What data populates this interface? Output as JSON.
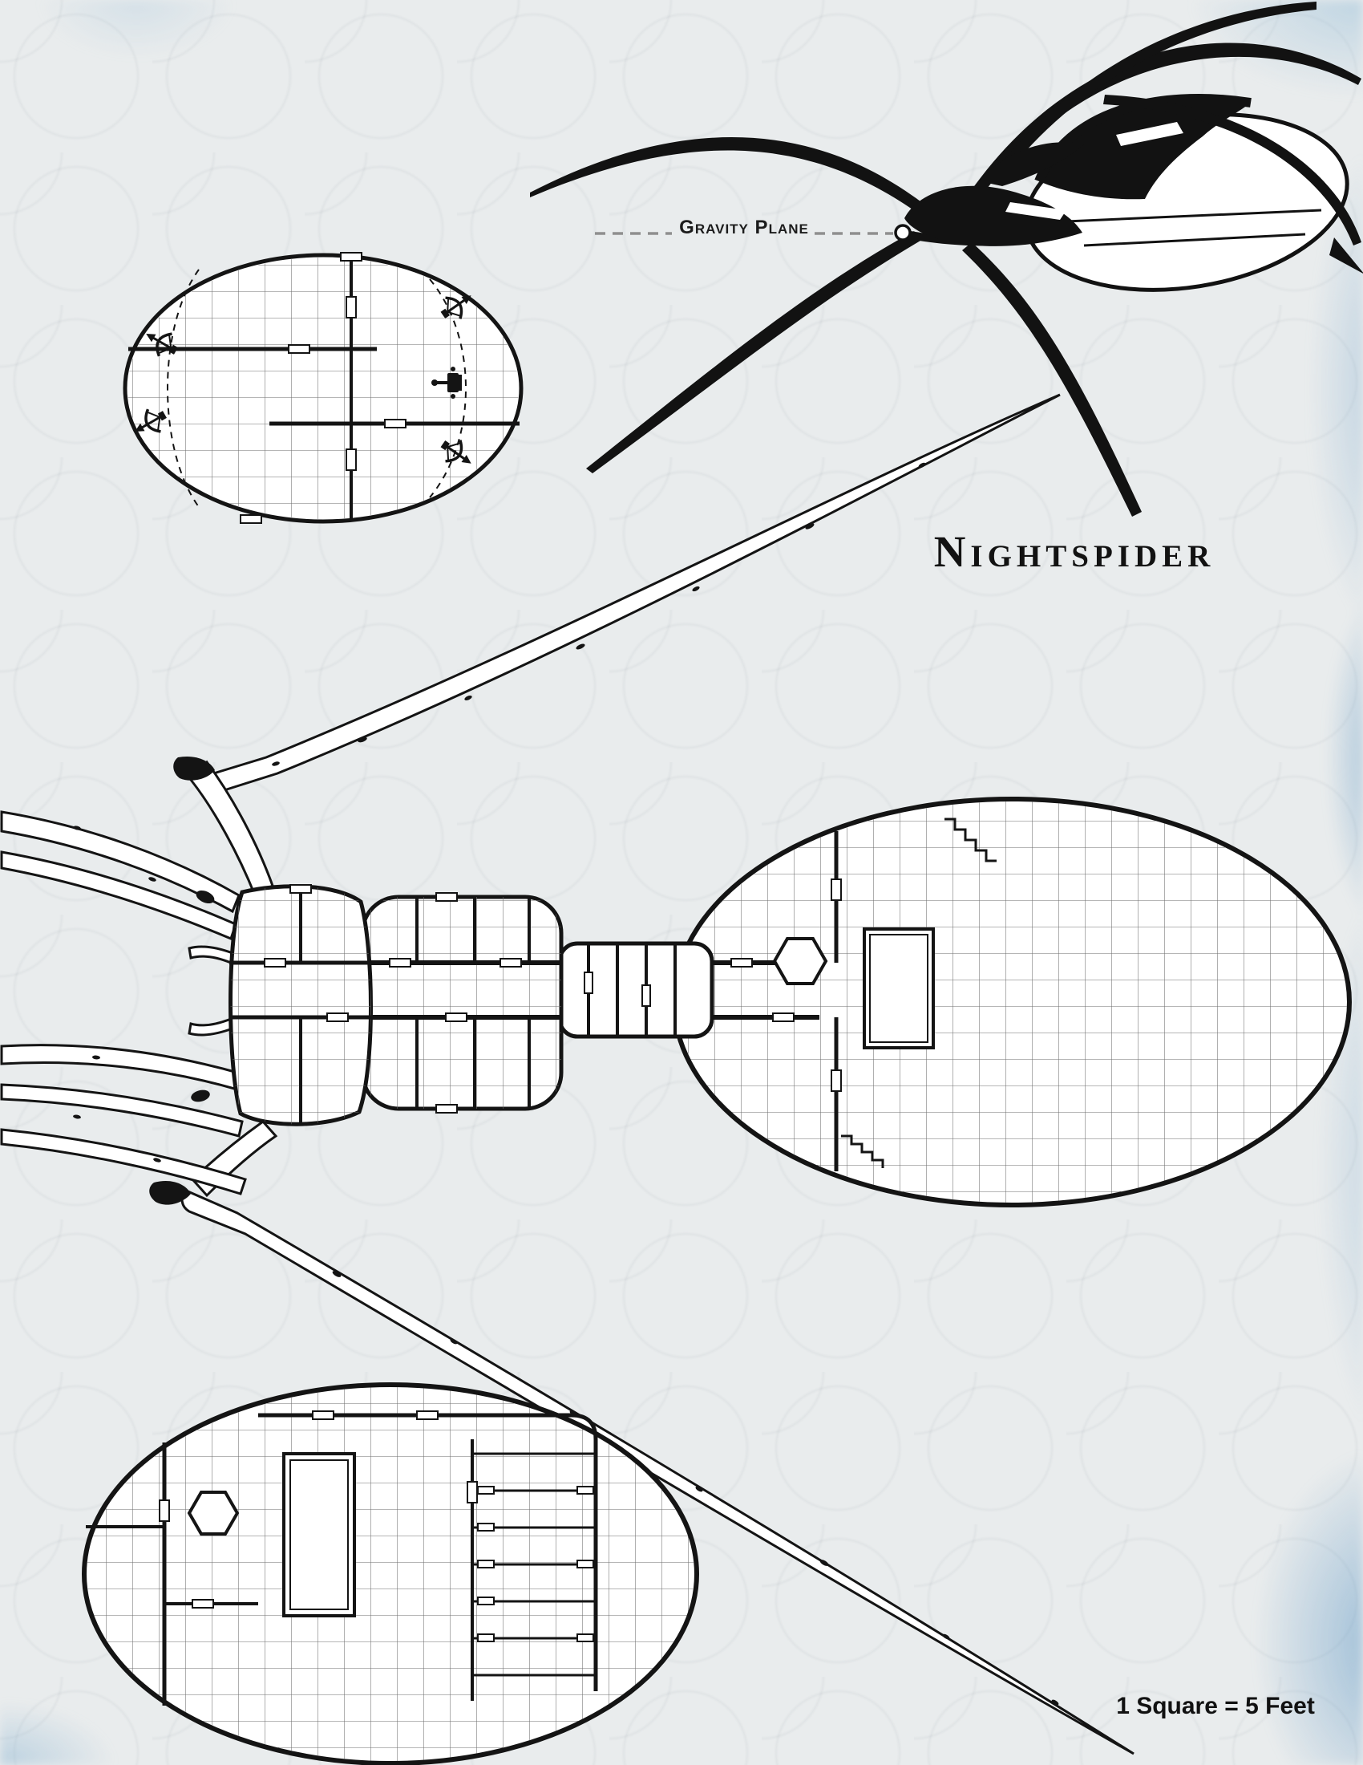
{
  "page": {
    "title": "Nightspider",
    "gravity_plane_label": "Gravity Plane",
    "scale_note": "1 Square = 5 Feet"
  },
  "colors": {
    "paper": "#e9eced",
    "ink": "#141414",
    "grid_line": "#6e6e6e",
    "gravity_dash": "#8f8f8f",
    "watercolor_blue": "#7fb0d4"
  },
  "icons": [
    "ballista-icon",
    "helm-seat-icon",
    "hex-helm-icon",
    "stairs-icon",
    "gravity-plane-dashed-line"
  ]
}
